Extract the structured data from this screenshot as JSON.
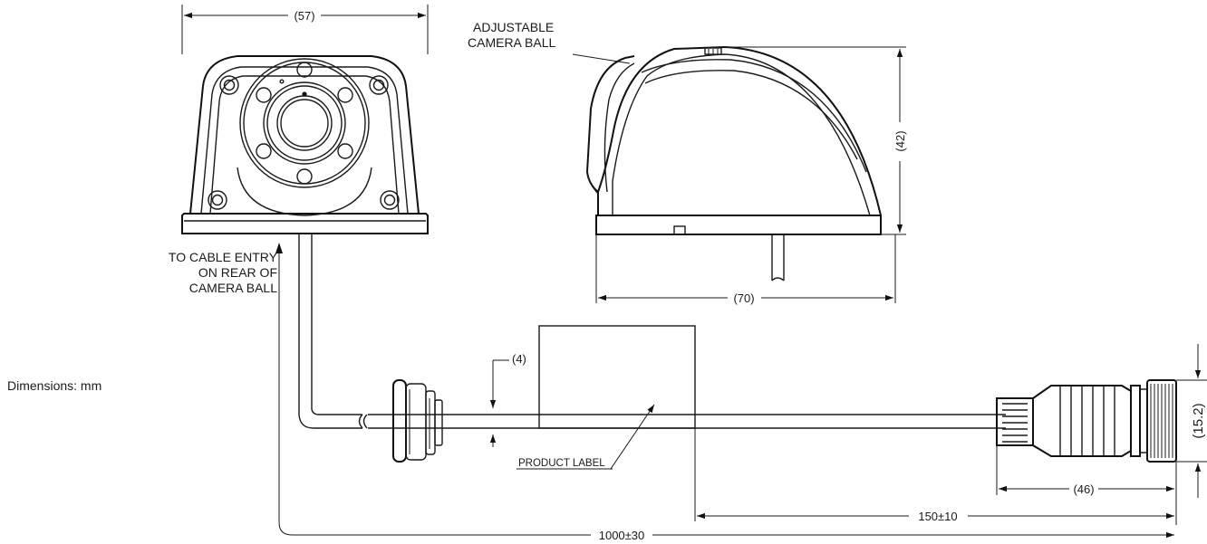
{
  "units_note": "Dimensions: mm",
  "front_view": {
    "width_dim": "(57)"
  },
  "side_view": {
    "callout": [
      "ADJUSTABLE",
      "CAMERA BALL"
    ],
    "height_dim": "(42)",
    "length_dim": "(70)"
  },
  "cable_note": [
    "TO CABLE ENTRY",
    "ON REAR OF",
    "CAMERA BALL"
  ],
  "cable": {
    "label_offset_dim": "(4)",
    "product_label": "PRODUCT LABEL",
    "connector_diameter_dim": "(15.2)",
    "connector_length_dim": "(46)",
    "label_to_end_dim": "150±10",
    "total_length_dim": "1000±30"
  }
}
